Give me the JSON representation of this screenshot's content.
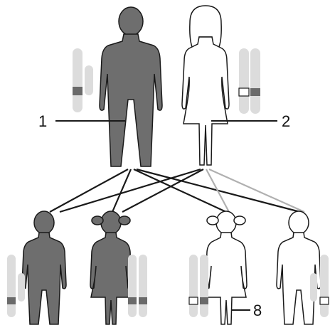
{
  "labels": {
    "father": "1",
    "mother": "2",
    "daughter_carrier": "8"
  },
  "colors": {
    "affected_fill": "#6e6e6e",
    "unaffected_fill": "#ffffff",
    "outline": "#1a1a1a",
    "chromosome": "#dcdcdc",
    "chromosome_mark": "#6a6a6a",
    "line_dark": "#1a1a1a",
    "line_light": "#b0b0b0"
  },
  "figures": [
    {
      "role": "father",
      "status": "affected"
    },
    {
      "role": "mother",
      "status": "carrier"
    },
    {
      "role": "son",
      "status": "affected"
    },
    {
      "role": "daughter",
      "status": "affected"
    },
    {
      "role": "daughter",
      "status": "carrier"
    },
    {
      "role": "son",
      "status": "unaffected"
    }
  ]
}
